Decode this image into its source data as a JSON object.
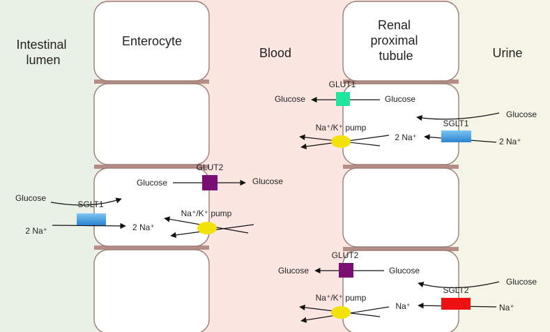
{
  "regions": {
    "lumen": "Intestinal lumen",
    "enterocyte": "Enterocyte",
    "blood": "Blood",
    "renal": "Renal proximal tubule",
    "urine": "Urine"
  },
  "region_colors": {
    "lumen": "#e9f1e6",
    "blood": "#fbe6e2",
    "urine": "#f5f5e7"
  },
  "intestine": {
    "glut2_label": "GLUT2",
    "glut2_in": "Glucose",
    "glut2_out": "Glucose",
    "sglt1_label": "SGLT1",
    "sglt1_glucose": "Glucose",
    "sglt1_na_in": "2 Na⁺",
    "sglt1_na_out": "2 Na⁺",
    "pump_label": "Na⁺/K⁺ pump"
  },
  "kidney_top": {
    "glut1_label": "GLUT1",
    "glut1_out": "Glucose",
    "glut1_in": "Glucose",
    "pump_label": "Na⁺/K⁺ pump",
    "sglt1_label": "SGLT1",
    "sglt1_glucose": "Glucose",
    "sglt1_na_in": "2 Na⁺",
    "sglt1_na_out": "2 Na⁺"
  },
  "kidney_bottom": {
    "glut2_label": "GLUT2",
    "glut2_out": "Glucose",
    "glut2_in": "Glucose",
    "pump_label": "Na⁺/K⁺ pump",
    "sglt2_label": "SGLT2",
    "sglt2_glucose": "Glucose",
    "sglt2_na_in": "Na⁺",
    "sglt2_na_out": "Na⁺"
  },
  "transporter_colors": {
    "glut1": "#22e6a0",
    "glut2": "#7a0f73",
    "sglt1": "#3a9be0",
    "sglt2": "#ee1111",
    "pump": "#f2e20a"
  }
}
